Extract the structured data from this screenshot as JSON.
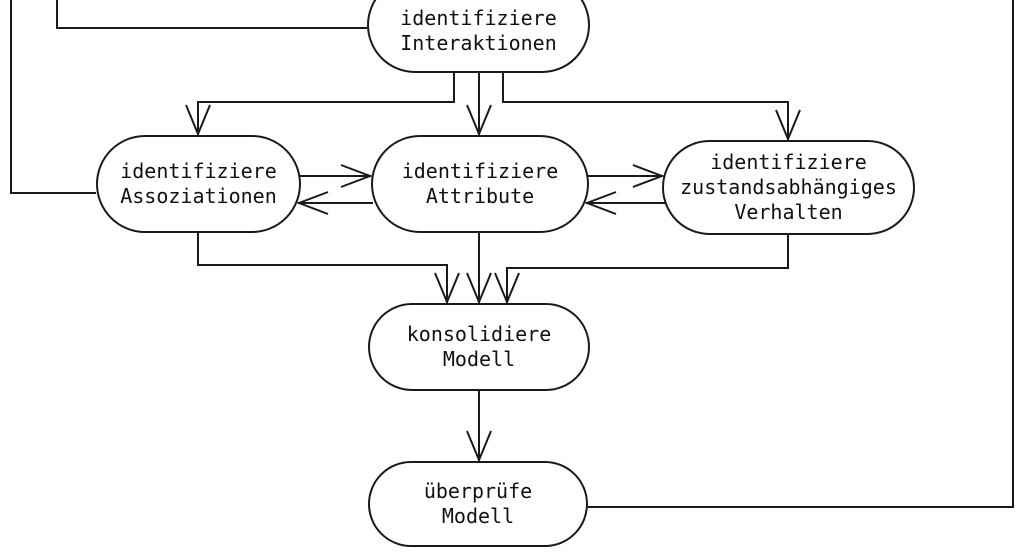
{
  "diagram": {
    "background_color": "#ffffff",
    "line_color": "#1a1a1a",
    "nodes": {
      "interaktionen": {
        "line1": "identifiziere",
        "line2": "Interaktionen"
      },
      "assoziationen": {
        "line1": "identifiziere",
        "line2": "Assoziationen"
      },
      "attribute": {
        "line1": "identifiziere",
        "line2": "Attribute"
      },
      "verhalten": {
        "line1": "identifiziere",
        "line2": "zustandsabhängiges",
        "line3": "Verhalten"
      },
      "konsolidiere": {
        "line1": "konsolidiere",
        "line2": "Modell"
      },
      "ueberpruefe": {
        "line1": "überprüfe",
        "line2": "Modell"
      }
    },
    "edges": [
      {
        "from": "frame_top",
        "to": "interaktionen",
        "arrowhead": false
      },
      {
        "from": "assoziationen",
        "to": "frame_top",
        "arrowhead": false
      },
      {
        "from": "ueberpruefe",
        "to": "frame_top",
        "arrowhead": false
      },
      {
        "from": "interaktionen",
        "to": "assoziationen",
        "arrowhead": true
      },
      {
        "from": "interaktionen",
        "to": "attribute",
        "arrowhead": true
      },
      {
        "from": "interaktionen",
        "to": "verhalten",
        "arrowhead": true
      },
      {
        "from": "assoziationen",
        "to": "attribute",
        "arrowhead": true
      },
      {
        "from": "attribute",
        "to": "assoziationen",
        "arrowhead": true
      },
      {
        "from": "attribute",
        "to": "verhalten",
        "arrowhead": true
      },
      {
        "from": "verhalten",
        "to": "attribute",
        "arrowhead": true
      },
      {
        "from": "assoziationen",
        "to": "konsolidiere",
        "arrowhead": true
      },
      {
        "from": "attribute",
        "to": "konsolidiere",
        "arrowhead": true
      },
      {
        "from": "verhalten",
        "to": "konsolidiere",
        "arrowhead": true
      },
      {
        "from": "konsolidiere",
        "to": "ueberpruefe",
        "arrowhead": true
      }
    ]
  }
}
